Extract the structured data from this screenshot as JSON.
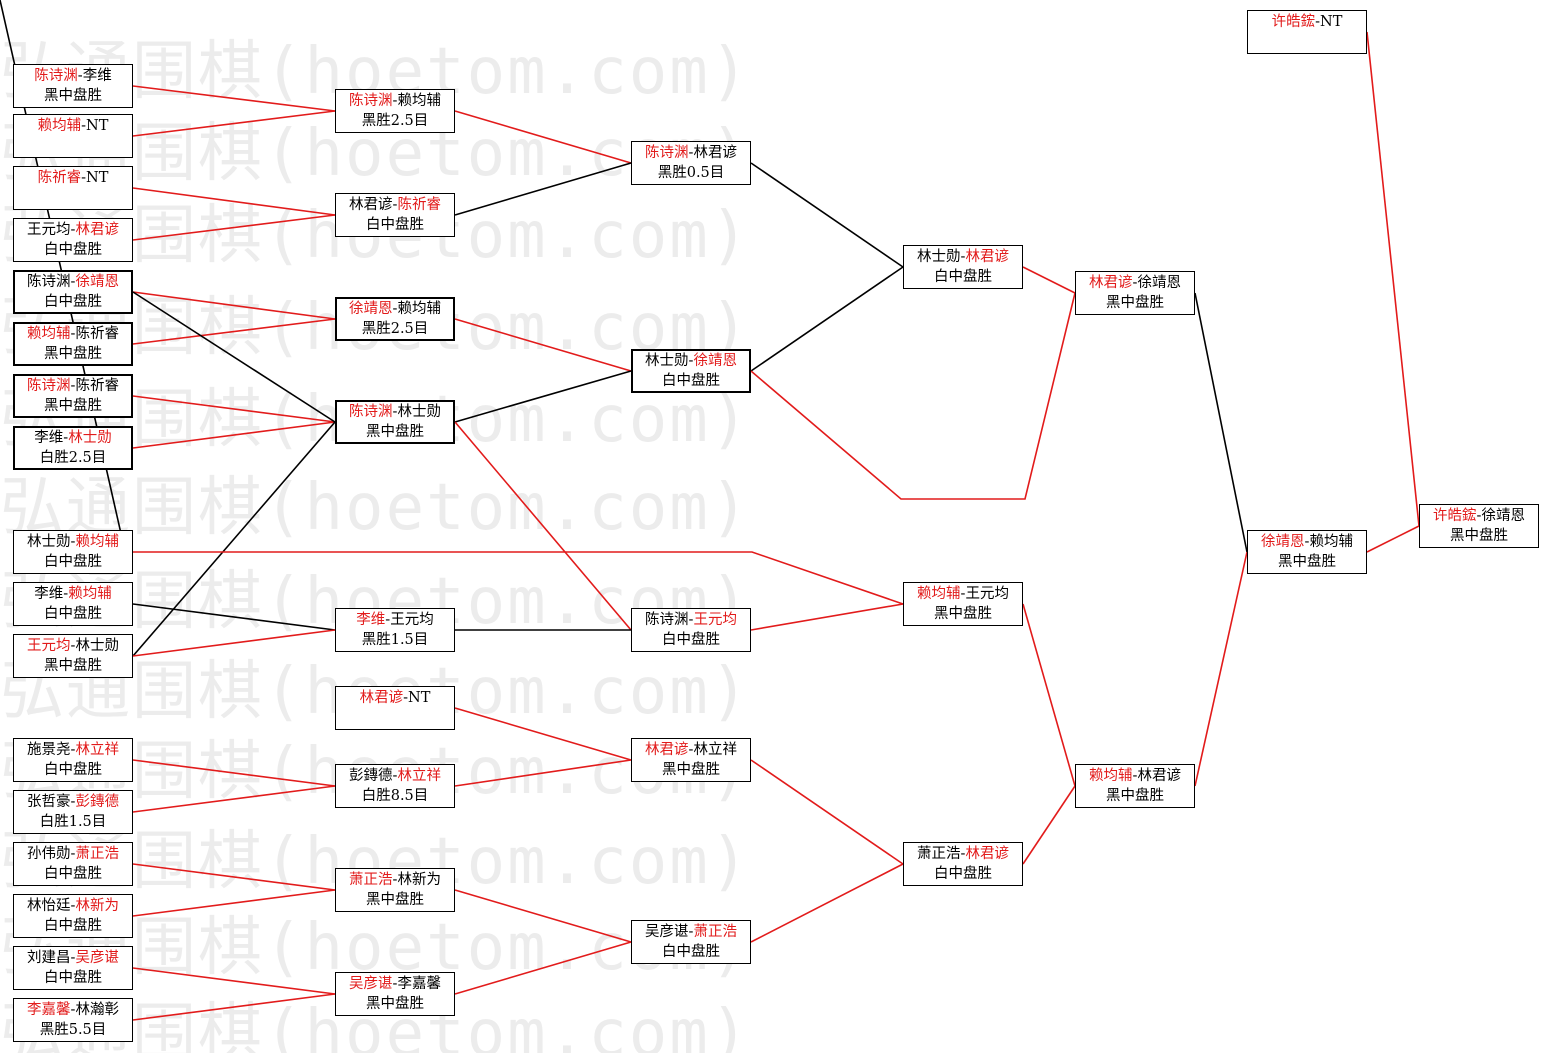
{
  "watermark": "弘通围棋(hoetom.com)",
  "colors": {
    "win": "#e21b1b",
    "line_black": "#000000",
    "border": "#000000"
  },
  "matches": [
    {
      "id": "r1_01",
      "col": 1,
      "p1": "陈诗渊",
      "p2": "李维",
      "winner": 1,
      "result": "黑中盘胜"
    },
    {
      "id": "r1_02",
      "col": 1,
      "p1": "赖均辅",
      "p2": "NT",
      "winner": 1,
      "result": ""
    },
    {
      "id": "r1_03",
      "col": 1,
      "p1": "陈祈睿",
      "p2": "NT",
      "winner": 1,
      "result": ""
    },
    {
      "id": "r1_04",
      "col": 1,
      "p1": "王元均",
      "p2": "林君谚",
      "winner": 2,
      "result": "白中盘胜"
    },
    {
      "id": "r1_05",
      "col": 1,
      "p1": "陈诗渊",
      "p2": "徐靖恩",
      "winner": 2,
      "result": "白中盘胜",
      "thick": true
    },
    {
      "id": "r1_06",
      "col": 1,
      "p1": "赖均辅",
      "p2": "陈祈睿",
      "winner": 1,
      "result": "黑中盘胜",
      "thick": true
    },
    {
      "id": "r1_07",
      "col": 1,
      "p1": "陈诗渊",
      "p2": "陈祈睿",
      "winner": 1,
      "result": "黑中盘胜",
      "thick": true
    },
    {
      "id": "r1_08",
      "col": 1,
      "p1": "李维",
      "p2": "林士勋",
      "winner": 2,
      "result": "白胜2.5目",
      "thick": true
    },
    {
      "id": "r1_09",
      "col": 1,
      "p1": "林士勋",
      "p2": "赖均辅",
      "winner": 2,
      "result": "白中盘胜"
    },
    {
      "id": "r1_10",
      "col": 1,
      "p1": "李维",
      "p2": "赖均辅",
      "winner": 2,
      "result": "白中盘胜"
    },
    {
      "id": "r1_11",
      "col": 1,
      "p1": "王元均",
      "p2": "林士勋",
      "winner": 1,
      "result": "黑中盘胜"
    },
    {
      "id": "r1_12",
      "col": 1,
      "p1": "施景尧",
      "p2": "林立祥",
      "winner": 2,
      "result": "白中盘胜"
    },
    {
      "id": "r1_13",
      "col": 1,
      "p1": "张哲豪",
      "p2": "彭鏄德",
      "winner": 2,
      "result": "白胜1.5目"
    },
    {
      "id": "r1_14",
      "col": 1,
      "p1": "孙伟勋",
      "p2": "萧正浩",
      "winner": 2,
      "result": "白中盘胜"
    },
    {
      "id": "r1_15",
      "col": 1,
      "p1": "林怡廷",
      "p2": "林新为",
      "winner": 2,
      "result": "白中盘胜"
    },
    {
      "id": "r1_16",
      "col": 1,
      "p1": "刘建昌",
      "p2": "吴彦谌",
      "winner": 2,
      "result": "白中盘胜"
    },
    {
      "id": "r1_17",
      "col": 1,
      "p1": "李嘉馨",
      "p2": "林瀚彰",
      "winner": 1,
      "result": "黑胜5.5目"
    },
    {
      "id": "r2_01",
      "col": 2,
      "p1": "陈诗渊",
      "p2": "赖均辅",
      "winner": 1,
      "result": "黑胜2.5目"
    },
    {
      "id": "r2_02",
      "col": 2,
      "p1": "林君谚",
      "p2": "陈祈睿",
      "winner": 2,
      "result": "白中盘胜"
    },
    {
      "id": "r2_03",
      "col": 2,
      "p1": "徐靖恩",
      "p2": "赖均辅",
      "winner": 1,
      "result": "黑胜2.5目",
      "thick": true
    },
    {
      "id": "r2_04",
      "col": 2,
      "p1": "陈诗渊",
      "p2": "林士勋",
      "winner": 1,
      "result": "黑中盘胜",
      "thick": true
    },
    {
      "id": "r2_05",
      "col": 2,
      "p1": "李维",
      "p2": "王元均",
      "winner": 1,
      "result": "黑胜1.5目"
    },
    {
      "id": "r2_06",
      "col": 2,
      "p1": "林君谚",
      "p2": "NT",
      "winner": 1,
      "result": ""
    },
    {
      "id": "r2_07",
      "col": 2,
      "p1": "彭鏄德",
      "p2": "林立祥",
      "winner": 2,
      "result": "白胜8.5目"
    },
    {
      "id": "r2_08",
      "col": 2,
      "p1": "萧正浩",
      "p2": "林新为",
      "winner": 1,
      "result": "黑中盘胜"
    },
    {
      "id": "r2_09",
      "col": 2,
      "p1": "吴彦谌",
      "p2": "李嘉馨",
      "winner": 1,
      "result": "黑中盘胜"
    },
    {
      "id": "r3_01",
      "col": 3,
      "p1": "陈诗渊",
      "p2": "林君谚",
      "winner": 1,
      "result": "黑胜0.5目"
    },
    {
      "id": "r3_02",
      "col": 3,
      "p1": "林士勋",
      "p2": "徐靖恩",
      "winner": 2,
      "result": "白中盘胜",
      "thick": true
    },
    {
      "id": "r3_03",
      "col": 3,
      "p1": "陈诗渊",
      "p2": "王元均",
      "winner": 2,
      "result": "白中盘胜"
    },
    {
      "id": "r3_04",
      "col": 3,
      "p1": "林君谚",
      "p2": "林立祥",
      "winner": 1,
      "result": "黑中盘胜"
    },
    {
      "id": "r3_05",
      "col": 3,
      "p1": "吴彦谌",
      "p2": "萧正浩",
      "winner": 2,
      "result": "白中盘胜"
    },
    {
      "id": "r4_01",
      "col": 4,
      "p1": "林士勋",
      "p2": "林君谚",
      "winner": 2,
      "result": "白中盘胜"
    },
    {
      "id": "r4_02",
      "col": 4,
      "p1": "赖均辅",
      "p2": "王元均",
      "winner": 1,
      "result": "黑中盘胜"
    },
    {
      "id": "r4_03",
      "col": 4,
      "p1": "萧正浩",
      "p2": "林君谚",
      "winner": 2,
      "result": "白中盘胜"
    },
    {
      "id": "r5_01",
      "col": 5,
      "p1": "林君谚",
      "p2": "徐靖恩",
      "winner": 1,
      "result": "黑中盘胜"
    },
    {
      "id": "r5_02",
      "col": 5,
      "p1": "赖均辅",
      "p2": "林君谚",
      "winner": 1,
      "result": "黑中盘胜"
    },
    {
      "id": "r6_01",
      "col": 6,
      "p1": "许皓鋐",
      "p2": "NT",
      "winner": 1,
      "result": ""
    },
    {
      "id": "r6_02",
      "col": 6,
      "p1": "徐靖恩",
      "p2": "赖均辅",
      "winner": 1,
      "result": "黑中盘胜"
    },
    {
      "id": "r7_01",
      "col": 7,
      "p1": "许皓鋐",
      "p2": "徐靖恩",
      "winner": 1,
      "result": "黑中盘胜"
    }
  ],
  "connections": [
    {
      "from": "r1_01",
      "to": "r2_01",
      "color": "red"
    },
    {
      "from": "r1_02",
      "to": "r2_01",
      "color": "red"
    },
    {
      "from": "r1_03",
      "to": "r2_02",
      "color": "red"
    },
    {
      "from": "r1_04",
      "to": "r2_02",
      "color": "red"
    },
    {
      "from": "r1_05",
      "to": "r2_03",
      "color": "red"
    },
    {
      "from": "r1_06",
      "to": "r2_03",
      "color": "red"
    },
    {
      "from": "r1_07",
      "to": "r2_04",
      "color": "red"
    },
    {
      "from": "r1_08",
      "to": "r2_04",
      "color": "red"
    },
    {
      "from": "r1_05",
      "to": "r2_04",
      "color": "black"
    },
    {
      "from": "r1_11",
      "to": "r2_04",
      "color": "black"
    },
    {
      "from": "r1_10",
      "to": "r2_05",
      "color": "black"
    },
    {
      "from": "r1_11",
      "to": "r2_05",
      "color": "red"
    },
    {
      "from": "r1_12",
      "to": "r2_07",
      "color": "red"
    },
    {
      "from": "r1_13",
      "to": "r2_07",
      "color": "red"
    },
    {
      "from": "r1_14",
      "to": "r2_08",
      "color": "red"
    },
    {
      "from": "r1_15",
      "to": "r2_08",
      "color": "red"
    },
    {
      "from": "r1_16",
      "to": "r2_09",
      "color": "red"
    },
    {
      "from": "r1_17",
      "to": "r2_09",
      "color": "red"
    },
    {
      "from": "r2_01",
      "to": "r3_01",
      "color": "red"
    },
    {
      "from": "r2_02",
      "to": "r3_01",
      "color": "black"
    },
    {
      "from": "r2_03",
      "to": "r3_02",
      "color": "red"
    },
    {
      "from": "r2_04",
      "to": "r3_02",
      "color": "black"
    },
    {
      "from": "r2_04",
      "to": "r3_03",
      "color": "red"
    },
    {
      "from": "r2_05",
      "to": "r3_03",
      "color": "black"
    },
    {
      "from": "r2_06",
      "to": "r3_04",
      "color": "red"
    },
    {
      "from": "r2_07",
      "to": "r3_04",
      "color": "red"
    },
    {
      "from": "r2_08",
      "to": "r3_05",
      "color": "red"
    },
    {
      "from": "r2_09",
      "to": "r3_05",
      "color": "red"
    },
    {
      "from": "r3_01",
      "to": "r4_01",
      "color": "black"
    },
    {
      "from": "r3_02",
      "to": "r4_01",
      "color": "black"
    },
    {
      "from": "r3_03",
      "to": "r4_02",
      "color": "red"
    },
    {
      "from": "r3_04",
      "to": "r4_03",
      "color": "red"
    },
    {
      "from": "r3_05",
      "to": "r4_03",
      "color": "red"
    },
    {
      "from": "r4_01",
      "to": "r5_01",
      "color": "red"
    },
    {
      "from": "r4_02",
      "to": "r5_02",
      "color": "red"
    },
    {
      "from": "r4_03",
      "to": "r5_02",
      "color": "red"
    },
    {
      "from": "r5_01",
      "to": "r6_02",
      "color": "black"
    },
    {
      "from": "r5_02",
      "to": "r6_02",
      "color": "red"
    },
    {
      "from": "r6_01",
      "to": "r7_01",
      "color": "red"
    },
    {
      "from": "r6_02",
      "to": "r7_01",
      "color": "red"
    },
    {
      "from": "r3_02",
      "to": "r5_01",
      "color": "red",
      "via": "low"
    },
    {
      "from": "r1_09",
      "to": "r4_02",
      "color": "red",
      "via": "straight"
    },
    {
      "from": "r1_04",
      "to": "corner",
      "color": "black",
      "via": "edge"
    }
  ]
}
